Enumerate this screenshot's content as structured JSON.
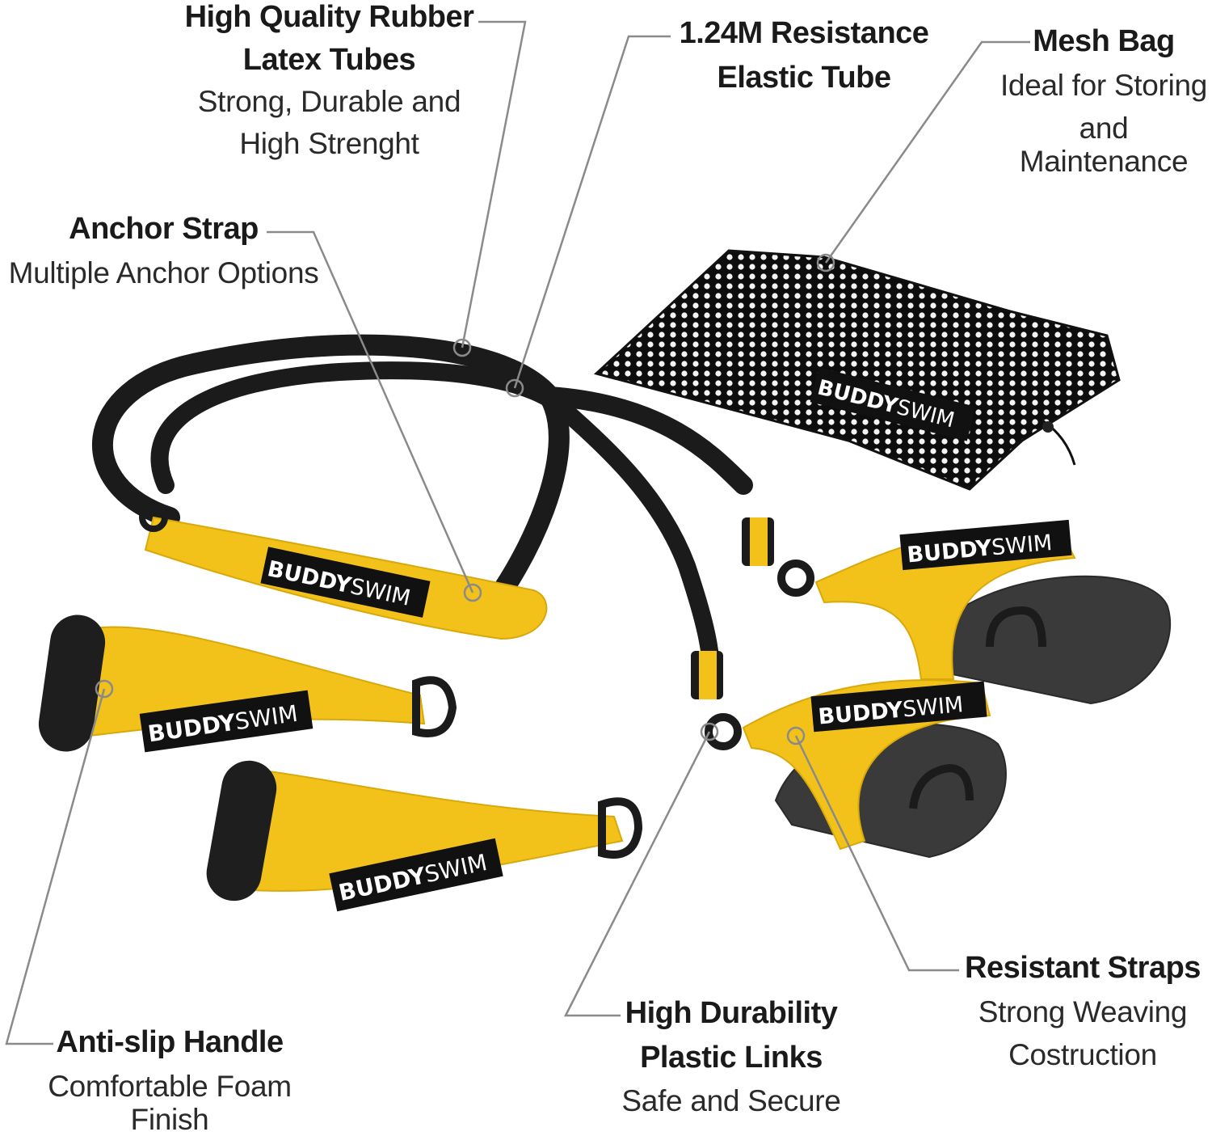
{
  "callouts": {
    "rubber_tubes": {
      "title_1": "High Quality Rubber",
      "title_2": "Latex Tubes",
      "desc_1": "Strong, Durable and",
      "desc_2": "High Strenght"
    },
    "resistance_tube": {
      "title_1": "1.24M Resistance",
      "title_2": "Elastic Tube"
    },
    "mesh_bag": {
      "title_1": "Mesh Bag",
      "desc_1": "Ideal for Storing",
      "desc_2": "and Maintenance"
    },
    "anchor_strap": {
      "title_1": "Anchor Strap",
      "desc_1": "Multiple Anchor Options"
    },
    "anti_slip_handle": {
      "title_1": "Anti-slip Handle",
      "desc_1": "Comfortable Foam Finish"
    },
    "plastic_links": {
      "title_1": "High Durability",
      "title_2": "Plastic Links",
      "desc_1": "Safe and Secure"
    },
    "resistant_straps": {
      "title_1": "Resistant Straps",
      "desc_1": "Strong Weaving",
      "desc_2": "Costruction"
    }
  },
  "brand": {
    "bold": "BUDDY",
    "light": "SWIM"
  },
  "colors": {
    "strap_yellow": "#f2c21b",
    "tube_black": "#1b1b1b",
    "paddle_gray": "#3a3a3a",
    "leader_gray": "#8a8a8a"
  }
}
